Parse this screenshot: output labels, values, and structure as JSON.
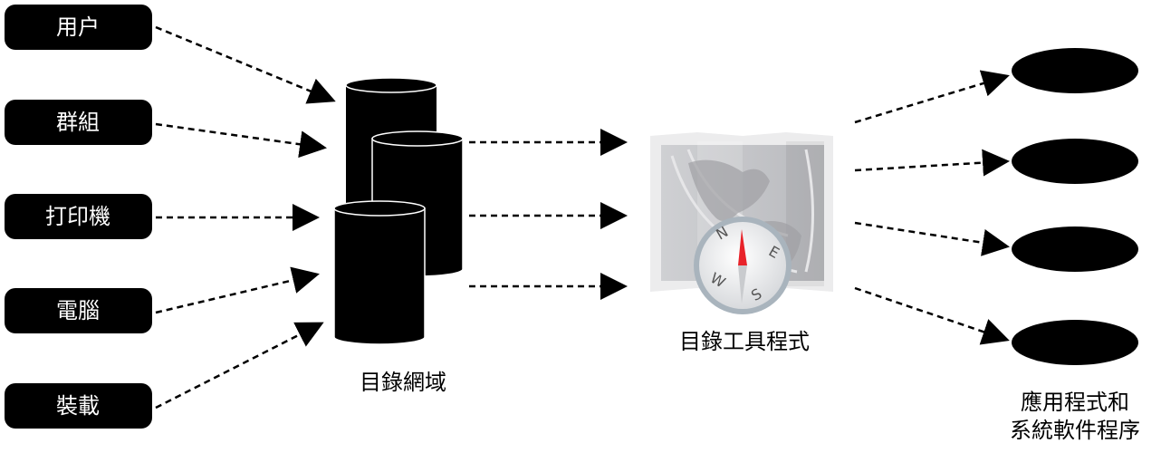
{
  "sources": [
    {
      "label": "用户"
    },
    {
      "label": "群組"
    },
    {
      "label": "打印機"
    },
    {
      "label": "電腦"
    },
    {
      "label": "裝載"
    }
  ],
  "domain_label": "目錄網域",
  "utility_label": "目錄工具程式",
  "utility_icon": "directory-utility-map-compass-icon",
  "apps_label_line1": "應用程式和",
  "apps_label_line2": "系統軟件程序",
  "compass": {
    "n": "N",
    "e": "E",
    "s": "S",
    "w": "W"
  },
  "colors": {
    "node": "#000000",
    "needle": "#e8232a"
  }
}
